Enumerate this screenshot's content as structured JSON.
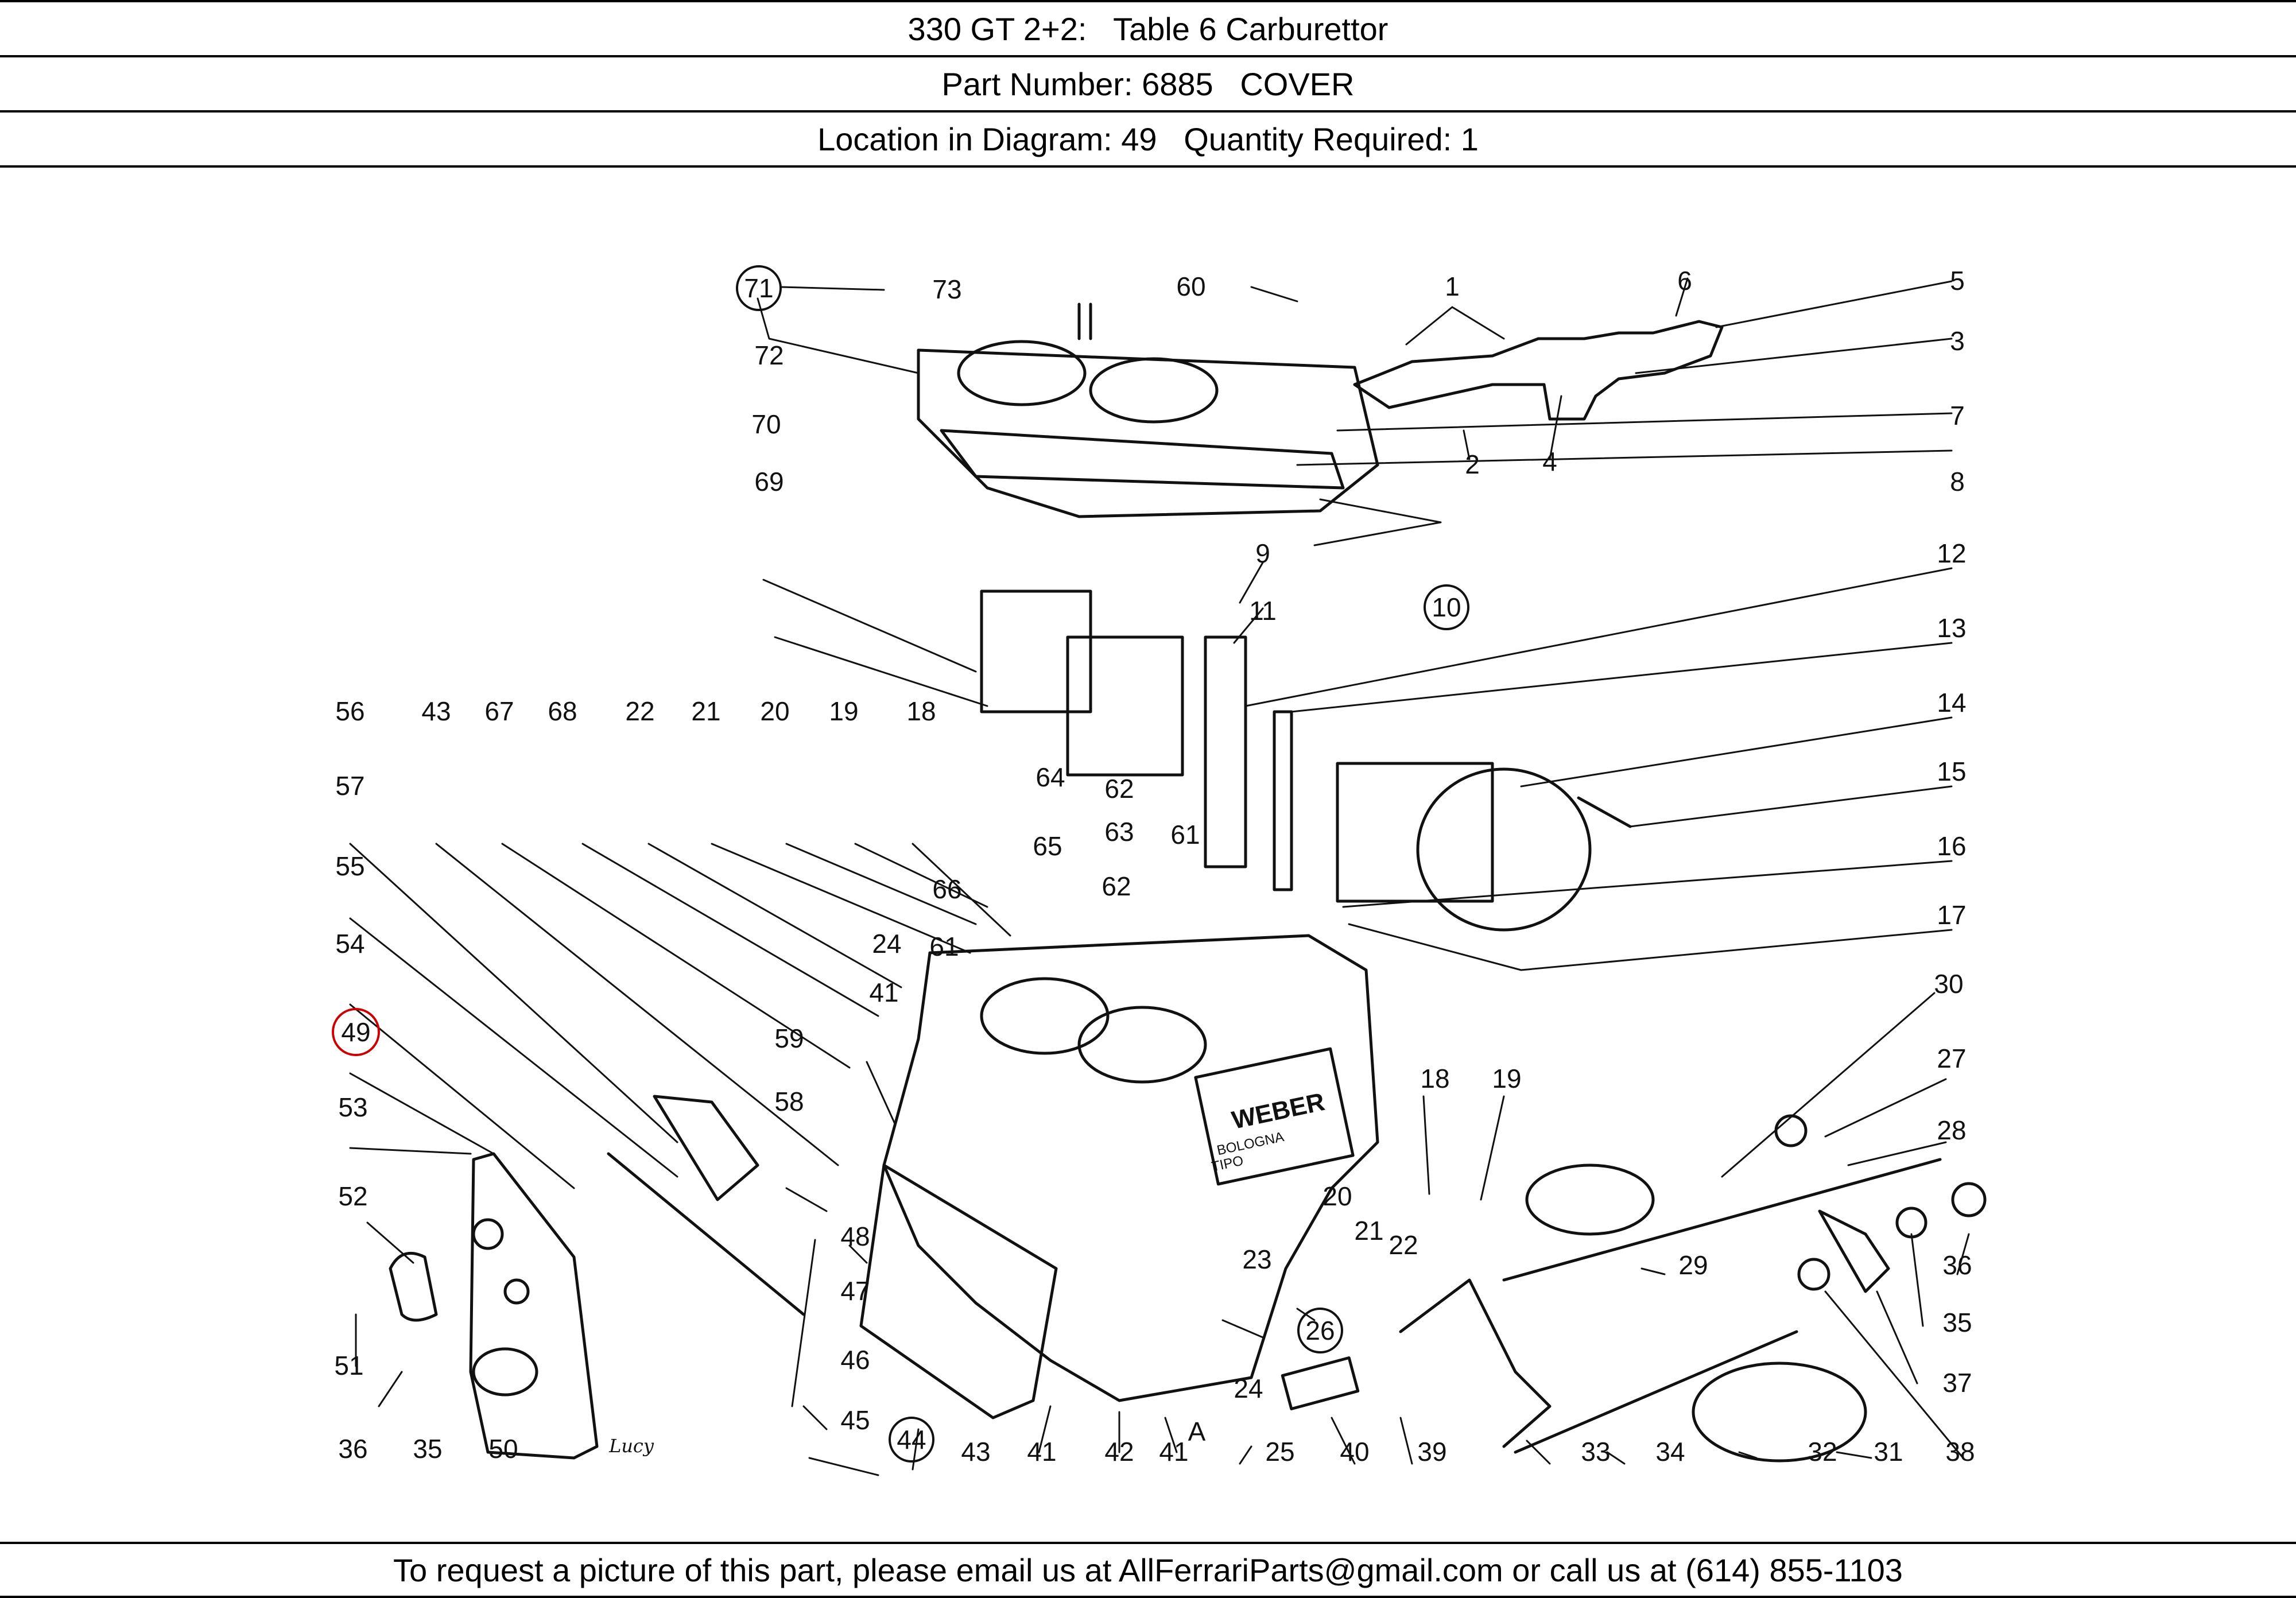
{
  "header": {
    "title": "330 GT 2+2:   Table 6 Carburettor",
    "part_number": "Part Number: 6885   COVER",
    "location": "Location in Diagram: 49   Quantity Required: 1"
  },
  "footer": {
    "text": "To request a picture of this part, please email us at AllFerrariParts@gmail.com or call us at (614) 855-1103"
  },
  "diagram": {
    "highlight_color": "#cc0000",
    "highlighted_callout": "49",
    "signature": "Lucy",
    "weber_label": "WEBER",
    "bologna_label": "BOLOGNA",
    "tipo_label": "TIPO",
    "callouts": [
      "1",
      "2",
      "3",
      "4",
      "5",
      "6",
      "7",
      "8",
      "9",
      "10",
      "11",
      "12",
      "13",
      "14",
      "15",
      "16",
      "17",
      "18",
      "19",
      "20",
      "21",
      "22",
      "23",
      "24",
      "25",
      "26",
      "27",
      "28",
      "29",
      "30",
      "31",
      "32",
      "33",
      "34",
      "35",
      "36",
      "37",
      "38",
      "39",
      "40",
      "41",
      "42",
      "43",
      "44",
      "45",
      "46",
      "47",
      "48",
      "49",
      "50",
      "51",
      "52",
      "53",
      "54",
      "55",
      "56",
      "57",
      "58",
      "59",
      "60",
      "61",
      "62",
      "63",
      "64",
      "65",
      "66",
      "67",
      "68",
      "69",
      "70",
      "71",
      "72",
      "73",
      "A"
    ]
  }
}
